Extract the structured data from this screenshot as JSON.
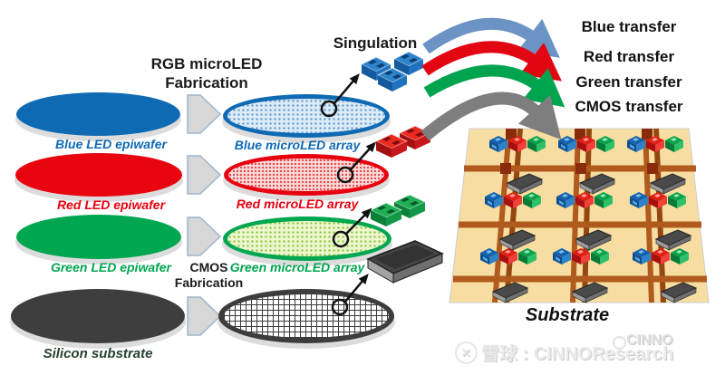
{
  "header": {
    "rgb_fab_line1": "RGB microLED",
    "rgb_fab_line2": "Fabrication",
    "cmos_fab_line1": "CMOS",
    "cmos_fab_line2": "Fabrication",
    "singulation": "Singulation"
  },
  "epiwafers": [
    {
      "label": "Blue LED epiwafer",
      "color": "#0f6ab4"
    },
    {
      "label": "Red LED epiwafer",
      "color": "#e8000f"
    },
    {
      "label": "Green LED epiwafer",
      "color": "#00a650"
    },
    {
      "label": "Silicon substrate",
      "color": "#26402e",
      "wafer_color": "#3e3e3e"
    }
  ],
  "arrays": [
    {
      "label": "Blue microLED array",
      "color": "#0f6ab4"
    },
    {
      "label": "Red microLED array",
      "color": "#e8000f"
    },
    {
      "label": "Green microLED array",
      "color": "#00a650"
    },
    {
      "label": "",
      "note": "CMOS wafer with grid pattern",
      "color": "#3d3d3d"
    }
  ],
  "transfers": [
    {
      "label": "Blue transfer",
      "arrow_color": "#6b93c4"
    },
    {
      "label": "Red transfer",
      "arrow_color": "#e20613"
    },
    {
      "label": "Green transfer",
      "arrow_color": "#00a34e"
    },
    {
      "label": "CMOS transfer",
      "arrow_color": "#7e7e7e"
    }
  ],
  "substrate": {
    "label": "Substrate",
    "board_color": "#f7dda1",
    "trace_color": "#b05a1d",
    "chip_rows": [
      [
        "blue-red-green",
        "blue-red-green",
        "blue-red-green"
      ],
      [
        "cmos-die",
        "cmos-die",
        "cmos-die"
      ],
      [
        "blue-red-green",
        "blue-red-green",
        "blue-red-green"
      ],
      [
        "cmos-die",
        "cmos-die",
        "cmos-die"
      ],
      [
        "blue-red-green",
        "blue-red-green",
        "blue-red-green"
      ],
      [
        "cmos-die",
        "cmos-die",
        "cmos-die"
      ]
    ]
  },
  "watermark": {
    "text": "雪球 : CINNOResearch",
    "overlay": "CINNO"
  }
}
